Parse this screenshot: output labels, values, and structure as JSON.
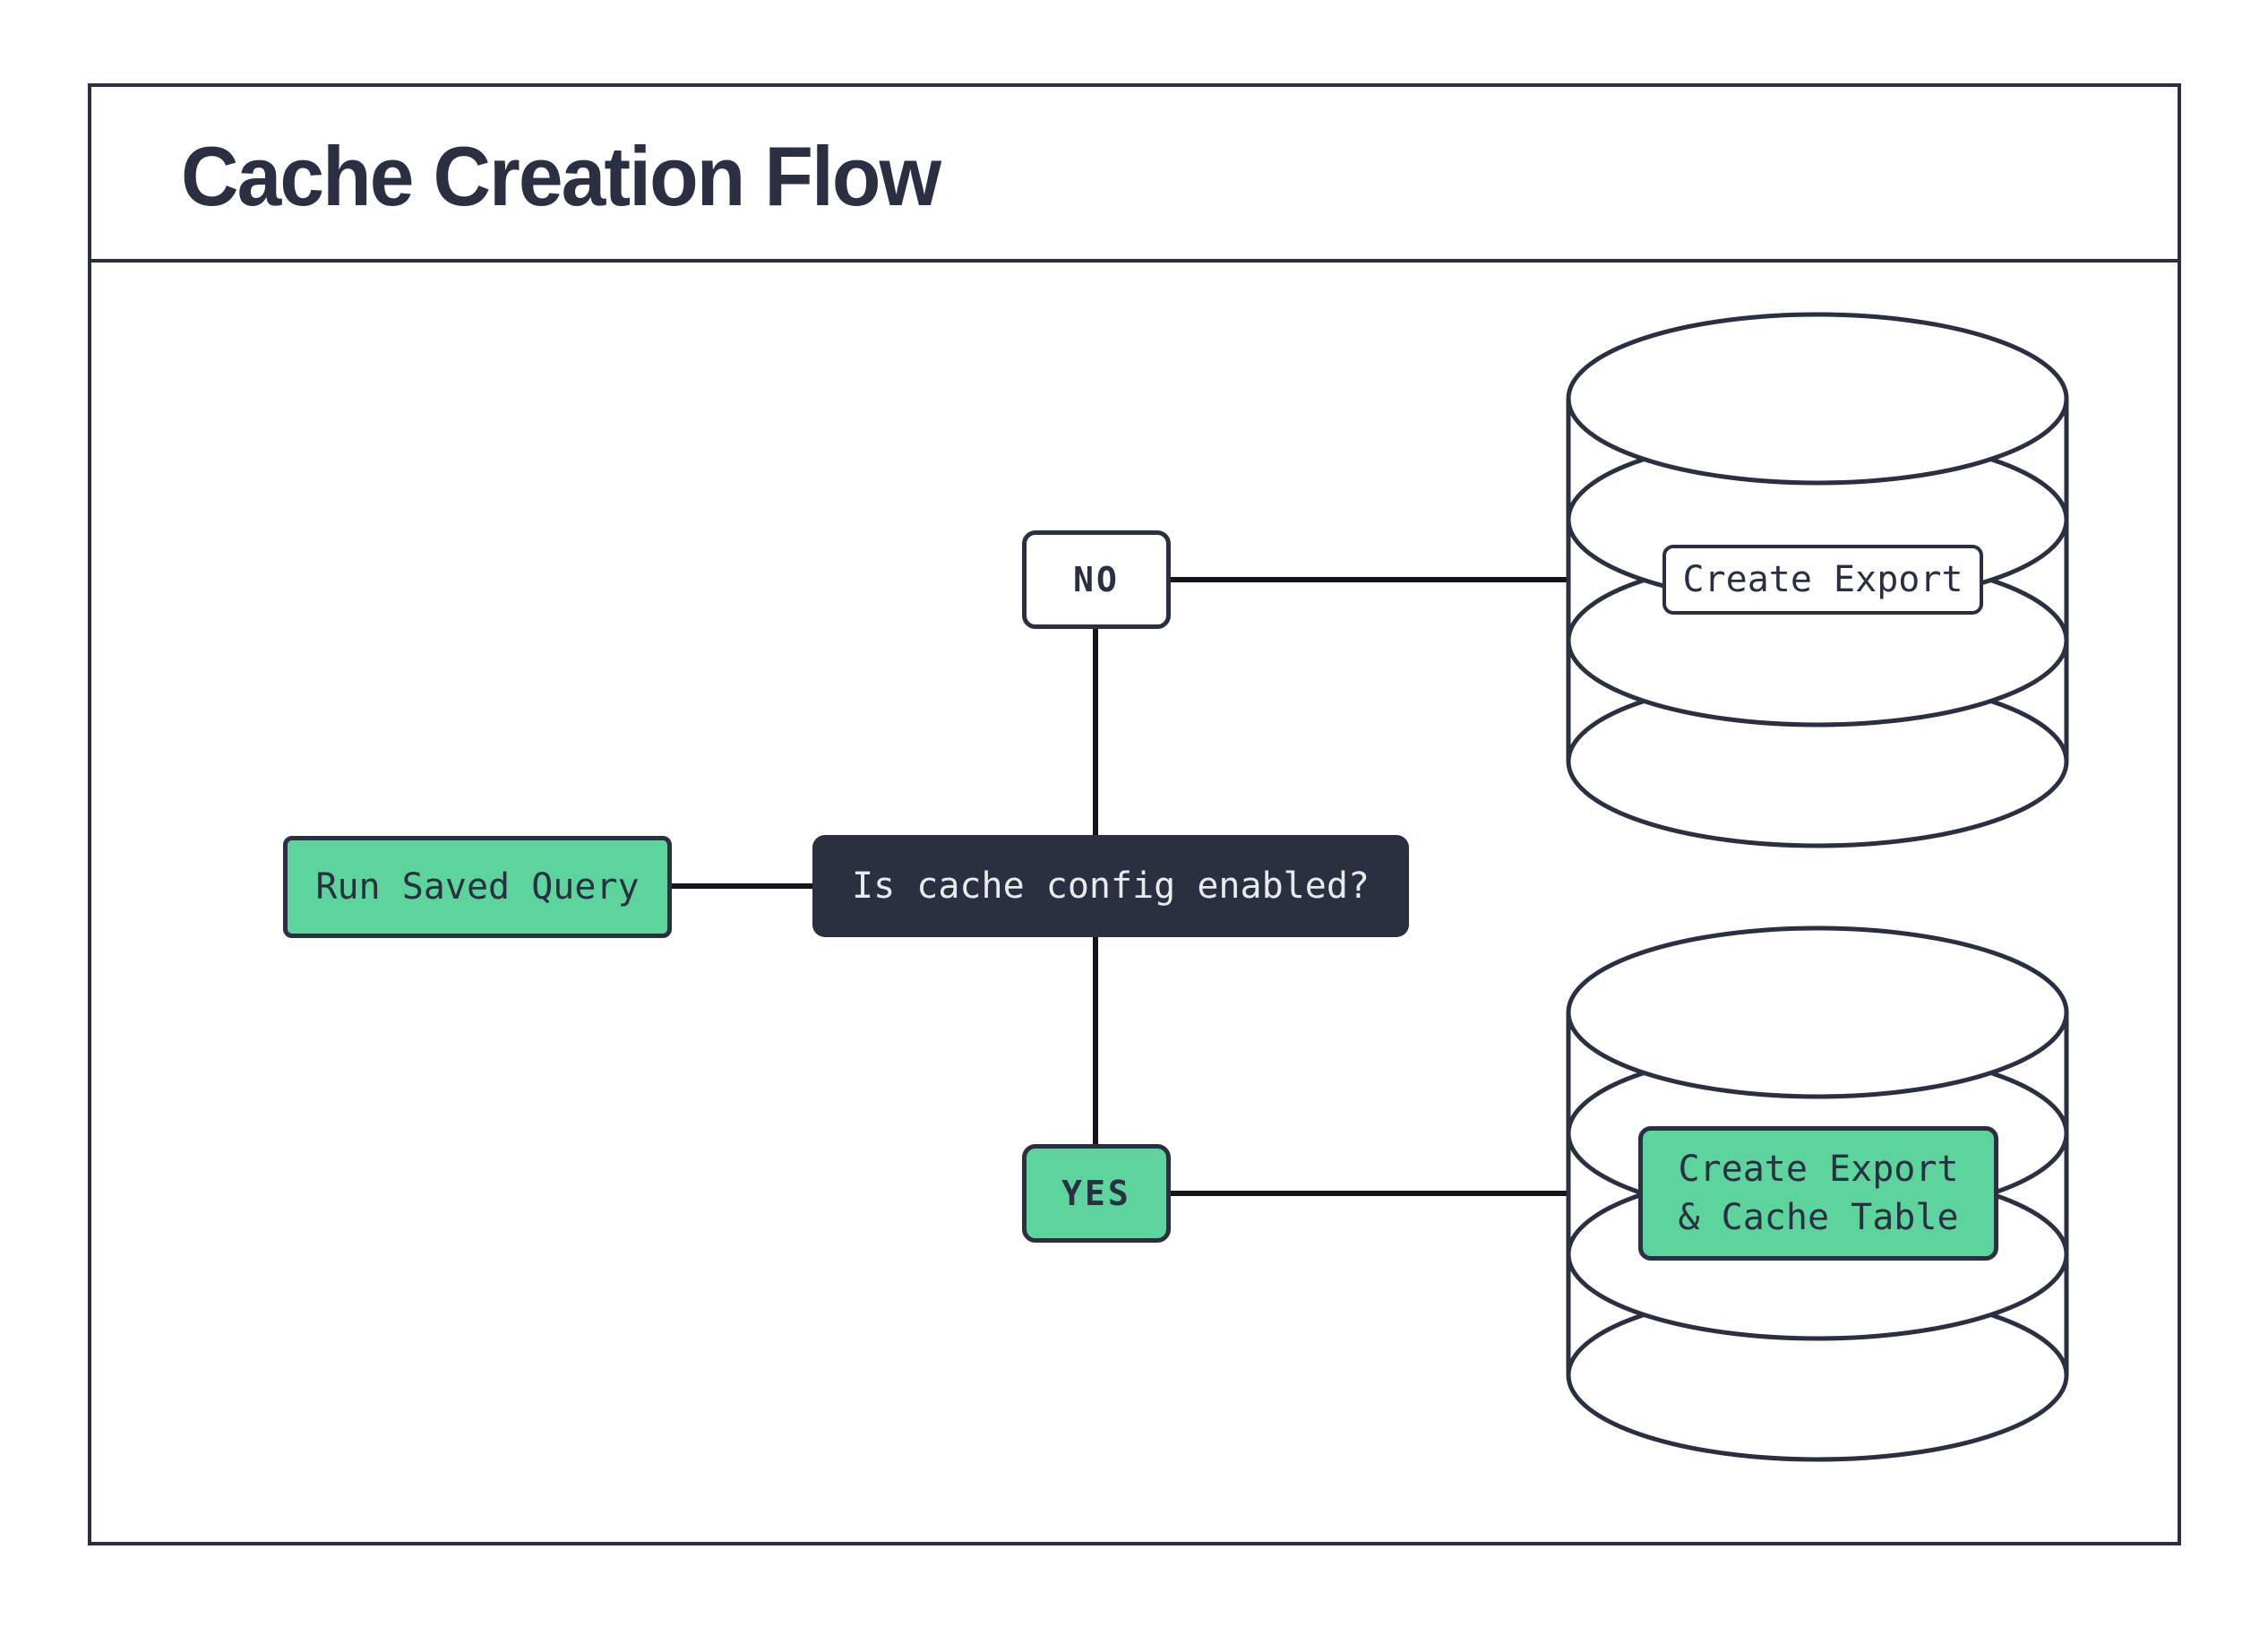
{
  "header": {
    "title": "Cache Creation Flow"
  },
  "nodes": {
    "start": {
      "label": "Run Saved Query"
    },
    "decision": {
      "label": "Is cache config enabled?"
    },
    "no_branch": {
      "label": "NO"
    },
    "yes_branch": {
      "label": "YES"
    },
    "no_result": {
      "label": "Create Export"
    },
    "yes_result": {
      "line1": "Create Export",
      "line2": "& Cache Table"
    }
  },
  "icons": {
    "no_target": "database-icon",
    "yes_target": "database-icon"
  },
  "colors": {
    "navy": "#2a3042",
    "green": "#5cd49b",
    "connector": "#13151a",
    "light_text": "#e9eaec",
    "background": "#ffffff"
  }
}
